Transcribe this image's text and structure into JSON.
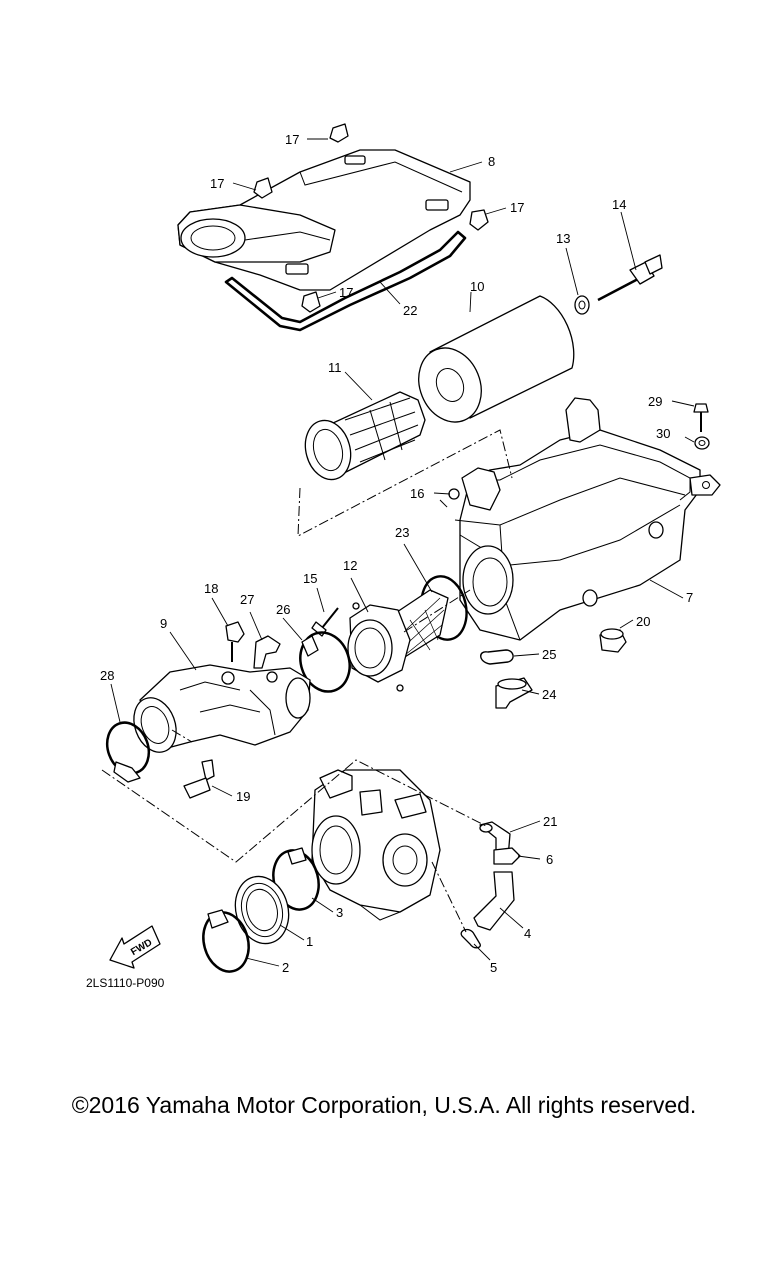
{
  "diagram": {
    "callouts": [
      "1",
      "2",
      "3",
      "4",
      "5",
      "6",
      "7",
      "8",
      "9",
      "10",
      "11",
      "12",
      "13",
      "14",
      "15",
      "16",
      "17",
      "18",
      "19",
      "20",
      "21",
      "22",
      "23",
      "24",
      "25",
      "26",
      "27",
      "28",
      "29",
      "30"
    ],
    "fwd_label": "FWD",
    "diagram_code": "2LS1110-P090"
  },
  "footer": {
    "copyright": "©2016 Yamaha Motor Corporation, U.S.A. All rights reserved."
  }
}
